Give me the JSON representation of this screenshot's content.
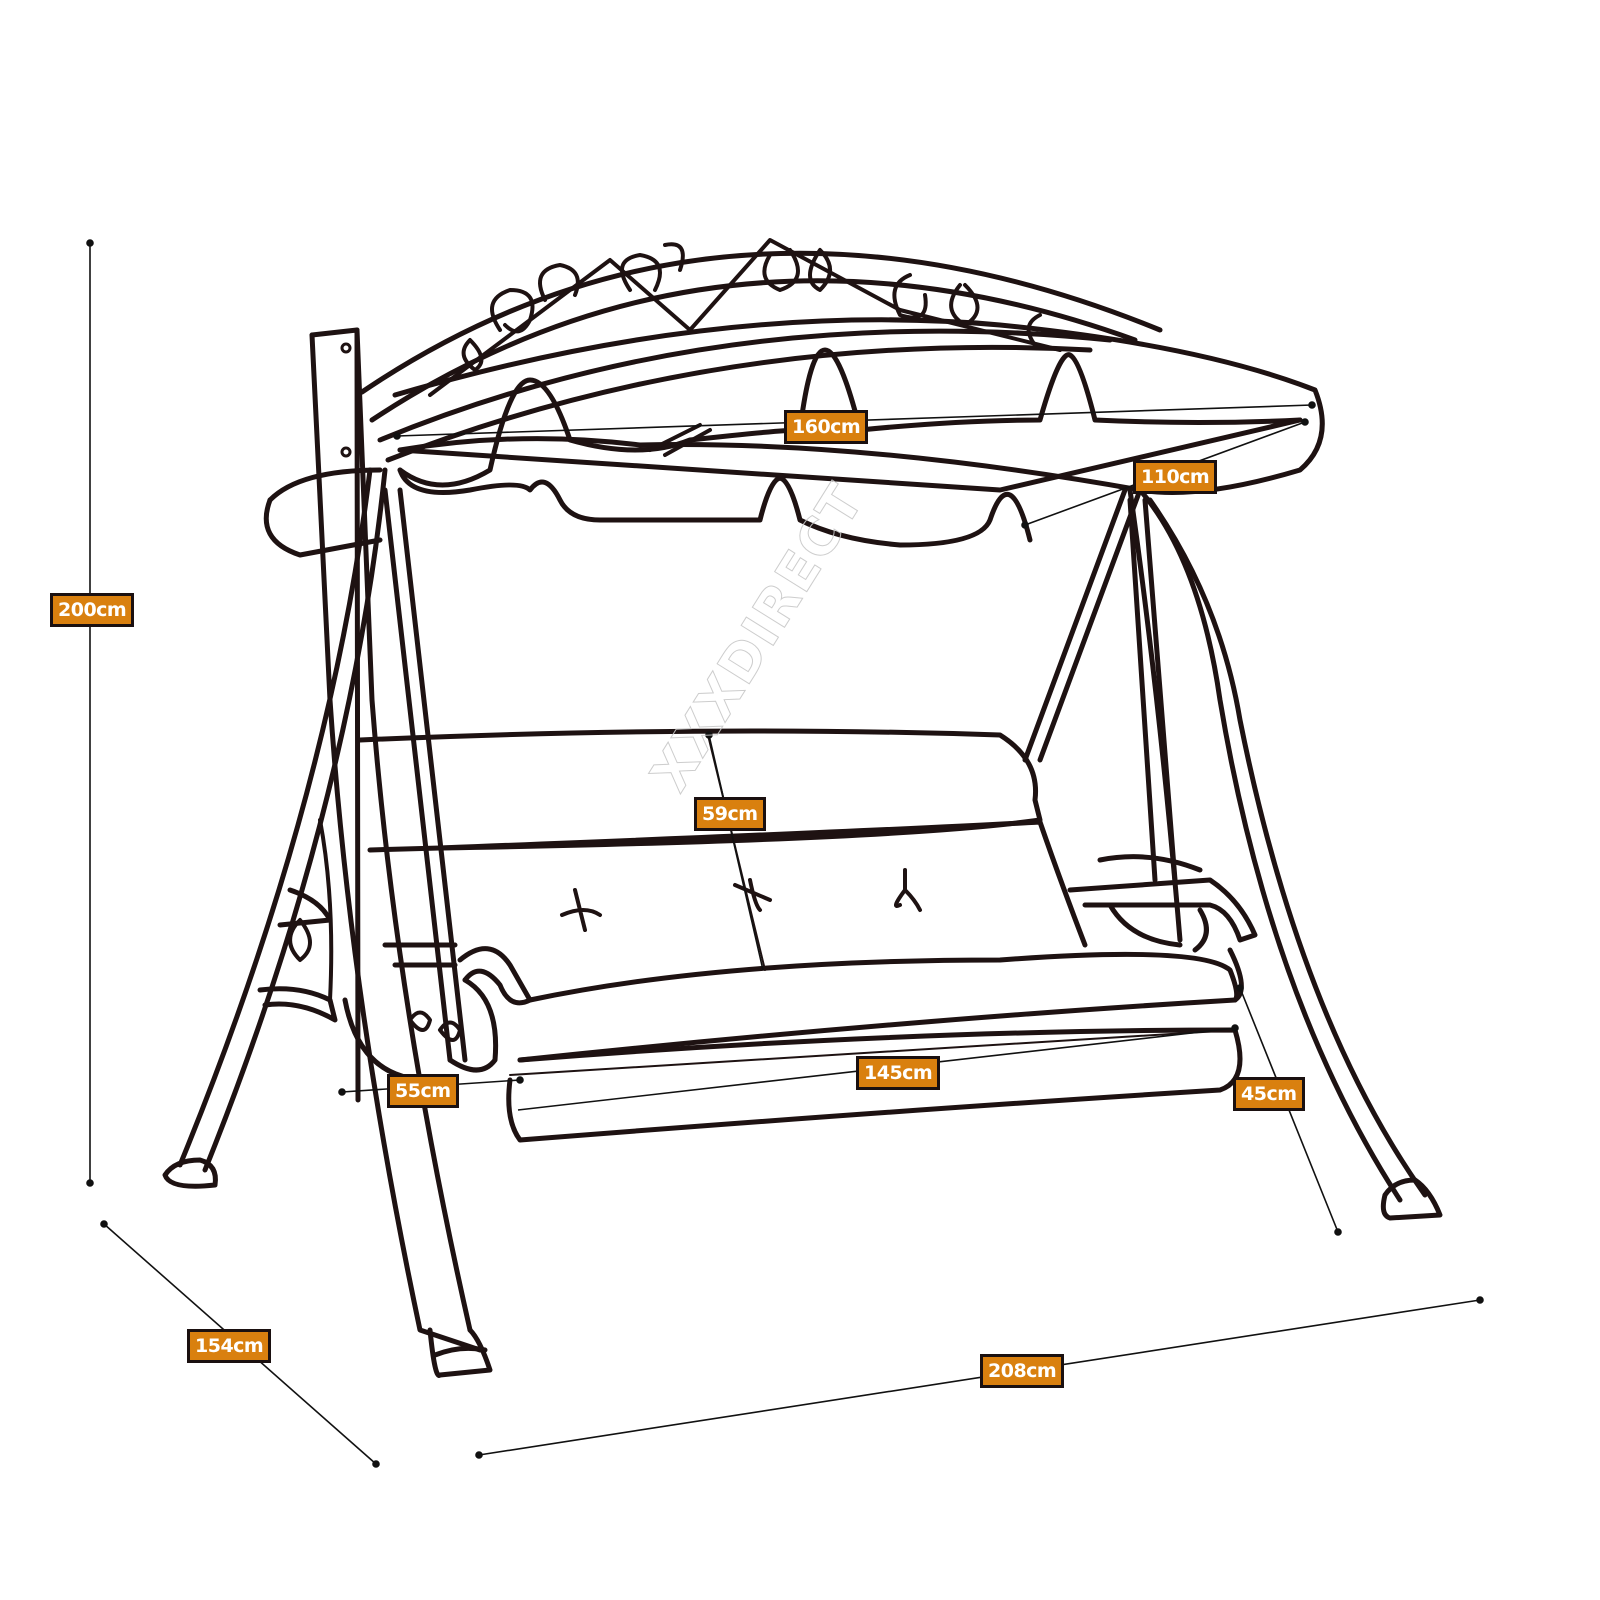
{
  "diagram": {
    "subject": "Garden swing seat with canopy — dimension drawing",
    "line_color": "#1e1212",
    "label_fill": "#d9800f",
    "label_border": "#1a1010",
    "label_text_color": "#ffffff",
    "watermark": "XXXDIRECT"
  },
  "dimensions": {
    "overall_height": "200cm",
    "canopy_length": "160cm",
    "canopy_depth": "110cm",
    "backrest_height": "59cm",
    "seat_depth": "55cm",
    "seat_width": "145cm",
    "seat_height": "45cm",
    "overall_depth": "154cm",
    "overall_width": "208cm"
  }
}
